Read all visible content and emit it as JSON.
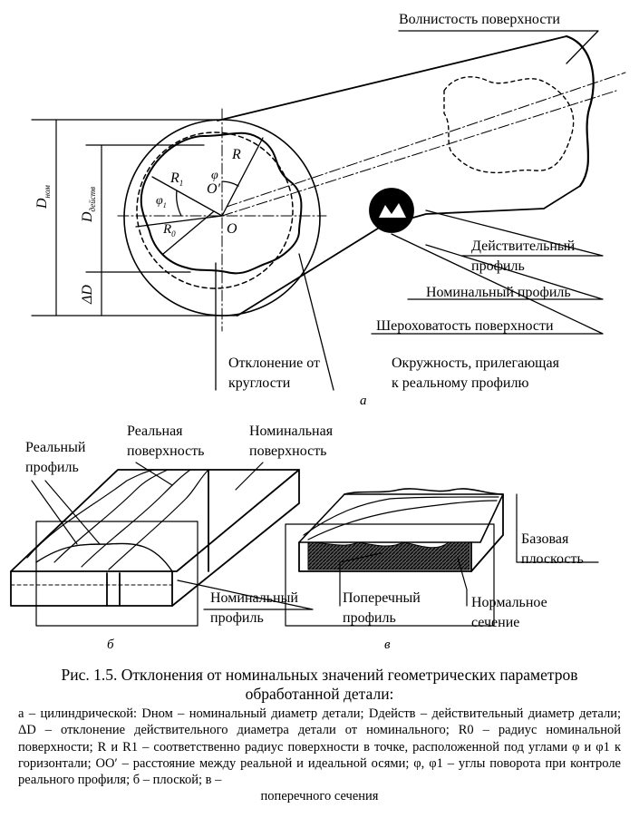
{
  "labels": {
    "waviness": "Волнистость поверхности",
    "actual_profile_1": "Действительный",
    "actual_profile_2": "профиль",
    "nominal_profile": "Номинальный профиль",
    "roughness": "Шероховатость поверхности",
    "roundness_dev_1": "Отклонение от",
    "roundness_dev_2": "круглости",
    "adjacent_circle_1": "Окружность, прилегающая",
    "adjacent_circle_2": "к реальному профилю",
    "sub_a": "а",
    "real_profile_1": "Реальный",
    "real_profile_2": "профиль",
    "real_surface_1": "Реальная",
    "real_surface_2": "поверхность",
    "nominal_surface_1": "Номинальная",
    "nominal_surface_2": "поверхность",
    "nominal_profile_b_1": "Номинальный",
    "nominal_profile_b_2": "профиль",
    "sub_b": "б",
    "base_plane_1": "Базовая",
    "base_plane_2": "плоскость",
    "cross_profile_1": "Поперечный",
    "cross_profile_2": "профиль",
    "normal_section_1": "Нормальное",
    "normal_section_2": "сечение",
    "sub_v": "в"
  },
  "symbols": {
    "d_nom": "D",
    "d_nom_sub": "ном",
    "d_act": "D",
    "d_act_sub": "действ",
    "delta_d": "ΔD",
    "r": "R",
    "r1": "R",
    "r1_sub": "1",
    "r0": "R",
    "r0_sub": "0",
    "phi": "φ",
    "phi1": "φ",
    "phi1_sub": "1",
    "o": "O",
    "o_prime": "O′"
  },
  "caption": {
    "title_1": "Рис. 1.5. Отклонения от номинальных значений геометрических параметров",
    "title_2": "обработанной детали:",
    "body": "а – цилиндрической: Dном – номинальный диаметр детали; Dдейств – действительный диаметр детали; ΔD – отклонение действительного диаметра детали от номинального; R0 – радиус номинальной поверхности; R и R1 – соответственно радиус поверхности в точке, расположенной под углами φ и φ1 к горизонтали; OO′ – расстояние между реальной и идеальной осями; φ, φ1 – углы поворота при контроле реального профиля; б – плоской; в –",
    "body_last": "поперечного сечения"
  }
}
